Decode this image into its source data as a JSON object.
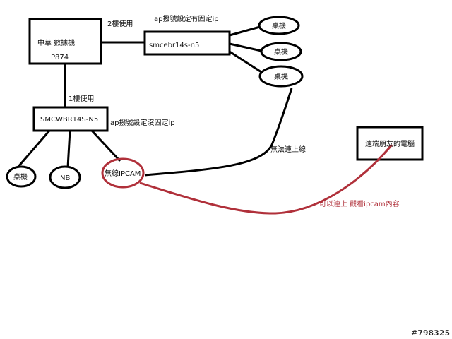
{
  "nodes": {
    "modem": {
      "line1": "中華 數據機",
      "line2": "P874"
    },
    "ap_floor2": {
      "label": "smcebr14s-n5",
      "note": "ap撥號設定有固定ip",
      "floor": "2樓使用"
    },
    "ap_floor1": {
      "label": "SMCWBR14S-N5",
      "note": "ap撥號設定沒固定ip",
      "floor": "1樓使用"
    },
    "floor2_clients": [
      "桌機",
      "桌機",
      "桌機"
    ],
    "floor1_clients": [
      "桌機",
      "NB"
    ],
    "ipcam": {
      "label": "無線IPCAM"
    },
    "remote_pc": {
      "label": "遠端朋友的電腦"
    }
  },
  "links": {
    "fail": "無法連上線",
    "success": "可以連上 觀看ipcam內容"
  },
  "watermark": "#798325",
  "colors": {
    "line": "#000000",
    "highlight": "#b0303a"
  }
}
